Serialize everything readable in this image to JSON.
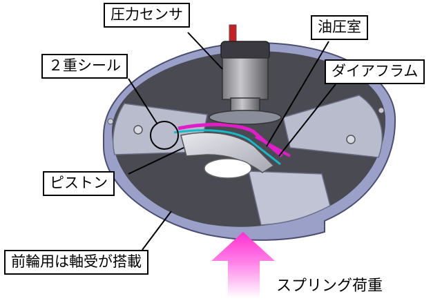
{
  "labels": {
    "pressure_sensor": "圧力センサ",
    "oil_chamber": "油圧室",
    "double_seal": "２重シール",
    "diaphragm": "ダイアフラム",
    "piston": "ピストン",
    "front_wheel_bearing": "前輪用は軸受が搭載",
    "spring_load": "スプリング荷重"
  },
  "colors": {
    "oil_line": "#e01ec8",
    "seal_line": "#18b8c8",
    "base_plate": "#4a4a52",
    "rim": "#9aa0c8",
    "arrow": "#ff40d8"
  }
}
